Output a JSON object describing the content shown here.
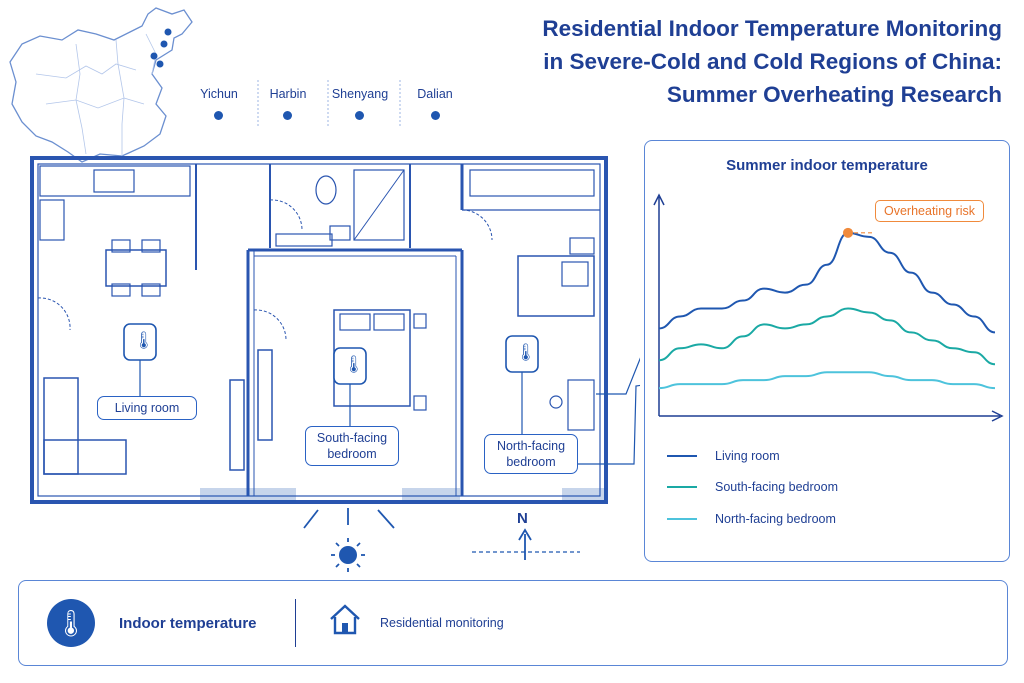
{
  "title": {
    "line1": "Residential Indoor Temperature Monitoring",
    "line2": "in Severe-Cold and Cold Regions of China:",
    "line3": "Summer Overheating Research"
  },
  "cities": [
    "Yichun",
    "Harbin",
    "Shenyang",
    "Dalian"
  ],
  "rooms": {
    "living": "Living room",
    "south_line1": "South-facing",
    "south_line2": "bedroom",
    "north_line1": "North-facing",
    "north_line2": "bedroom"
  },
  "compass": "N",
  "chart_data": {
    "type": "line",
    "title": "Summer indoor temperature",
    "annotation": "Overheating risk",
    "x": [
      0,
      1,
      2,
      3,
      4,
      5,
      6,
      7,
      8,
      9,
      10,
      11,
      12,
      13,
      14,
      15,
      16
    ],
    "series": [
      {
        "name": "Living room",
        "color": "#1f57b0",
        "values": [
          22,
          25,
          27,
          27,
          29,
          32,
          31,
          33,
          38,
          46,
          45,
          41,
          36,
          31,
          28,
          25,
          21
        ]
      },
      {
        "name": "South-facing bedroom",
        "color": "#1aa9a4",
        "values": [
          14,
          17,
          18,
          17,
          20,
          23,
          22,
          23,
          25,
          27,
          26,
          24,
          21,
          19,
          17,
          16,
          13
        ]
      },
      {
        "name": "North-facing bedroom",
        "color": "#4dc3dc",
        "values": [
          7,
          8,
          8,
          8,
          9,
          9,
          10,
          10,
          11,
          11,
          11,
          10,
          9,
          9,
          8,
          8,
          7
        ]
      }
    ],
    "ylim": [
      0,
      55
    ],
    "axes_ticks": false,
    "grid": false,
    "legend": "bottom"
  },
  "legend": {
    "living": "Living room",
    "south": "South-facing bedroom",
    "north": "North-facing bedroom"
  },
  "footer": {
    "item1": "Indoor temperature",
    "item2": "Residential monitoring"
  },
  "colors": {
    "primary": "#1f57b0",
    "accent": "#f08a3c",
    "teal": "#1aa9a4",
    "cyan": "#4dc3dc"
  }
}
